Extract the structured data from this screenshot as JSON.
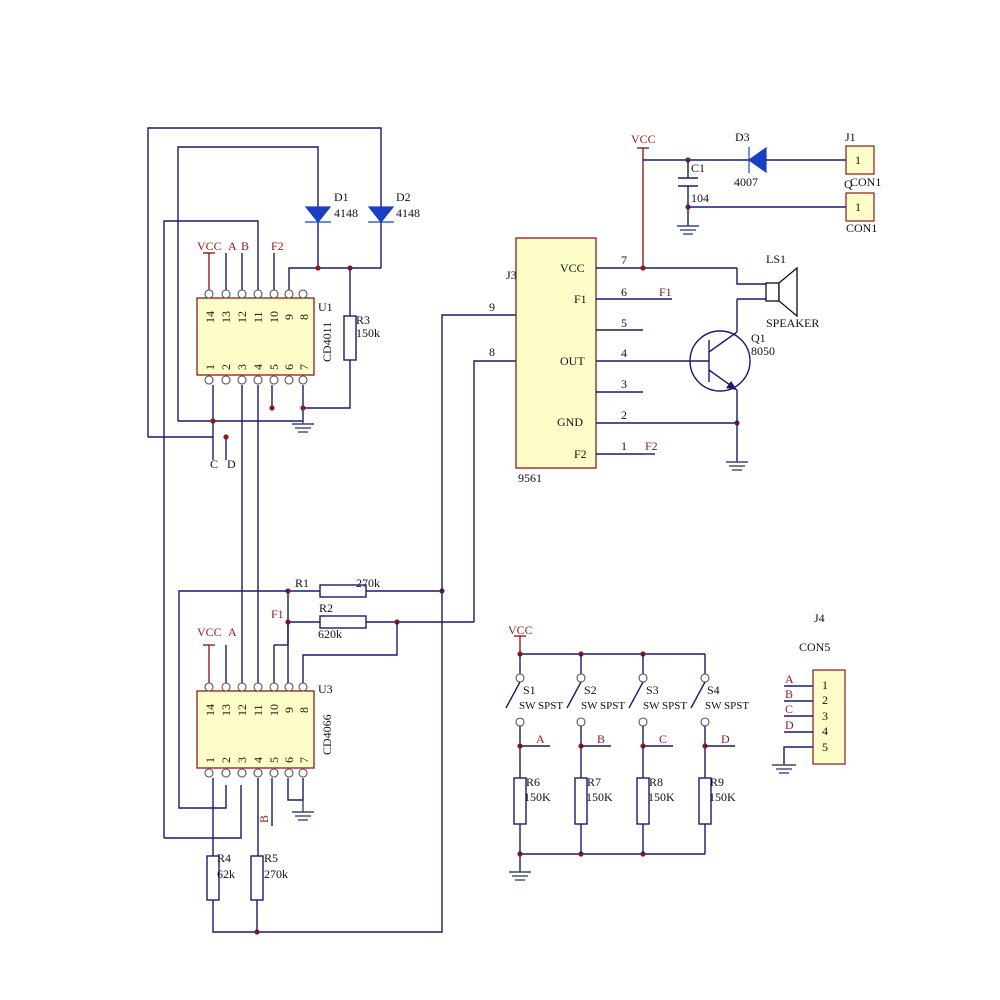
{
  "u1": {
    "ref": "U1",
    "part": "CD4011",
    "vcc": "VCC",
    "a": "A",
    "b": "B",
    "f2": "F2",
    "c": "C",
    "d": "D",
    "top_pins": [
      "14",
      "13",
      "12",
      "11",
      "10",
      "9",
      "8"
    ],
    "bot_pins": [
      "1",
      "2",
      "3",
      "4",
      "5",
      "6",
      "7"
    ]
  },
  "u3": {
    "ref": "U3",
    "part": "CD4066",
    "vcc": "VCC",
    "a": "A",
    "f1": "F1",
    "b": "B",
    "top_pins": [
      "14",
      "13",
      "12",
      "11",
      "10",
      "9",
      "8"
    ],
    "bot_pins": [
      "1",
      "2",
      "3",
      "4",
      "5",
      "6",
      "7"
    ]
  },
  "diodes": {
    "d1_ref": "D1",
    "d1_val": "4148",
    "d2_ref": "D2",
    "d2_val": "4148",
    "d3_ref": "D3",
    "d3_val": "4007"
  },
  "resistors": {
    "r1_ref": "R1",
    "r1_val": "270k",
    "r2_ref": "R2",
    "r2_val": "620k",
    "r3_ref": "R3",
    "r3_val": "150k",
    "r4_ref": "R4",
    "r4_val": "62k",
    "r5_ref": "R5",
    "r5_val": "270k",
    "r6_ref": "R6",
    "r6_val": "150K",
    "r7_ref": "R7",
    "r7_val": "150K",
    "r8_ref": "R8",
    "r8_val": "150K",
    "r9_ref": "R9",
    "r9_val": "150K"
  },
  "j3": {
    "ref": "J3",
    "part": "9561",
    "vcc": "VCC",
    "f1": "F1",
    "out": "OUT",
    "gnd": "GND",
    "f2": "F2",
    "p7": "7",
    "p6": "6",
    "p5": "5",
    "p4": "4",
    "p3": "3",
    "p2": "2",
    "p1": "1",
    "p9": "9",
    "p8": "8",
    "f1_net": "F1",
    "f2_net": "F2"
  },
  "power": {
    "vcc_top": "VCC",
    "c1_ref": "C1",
    "c1_val": "104"
  },
  "j1": {
    "ref": "J1",
    "pin1": "1",
    "pin2": "1",
    "name1": "CON1",
    "name2": "CON1",
    "overlap": "Q"
  },
  "speaker": {
    "ref": "LS1",
    "name": "SPEAKER"
  },
  "q1": {
    "ref": "Q1",
    "part": "8050"
  },
  "switches": {
    "vcc": "VCC",
    "s1_ref": "S1",
    "s2_ref": "S2",
    "s3_ref": "S3",
    "s4_ref": "S4",
    "s1_type": "SW SPST",
    "s2_type": "SW SPST",
    "s3_type": "SW SPST",
    "s4_type": "SW SPST",
    "net_a": "A",
    "net_b": "B",
    "net_c": "C",
    "net_d": "D"
  },
  "j4": {
    "ref": "J4",
    "name": "CON5",
    "pins": [
      "1",
      "2",
      "3",
      "4",
      "5"
    ],
    "nets": [
      "A",
      "B",
      "C",
      "D"
    ]
  }
}
